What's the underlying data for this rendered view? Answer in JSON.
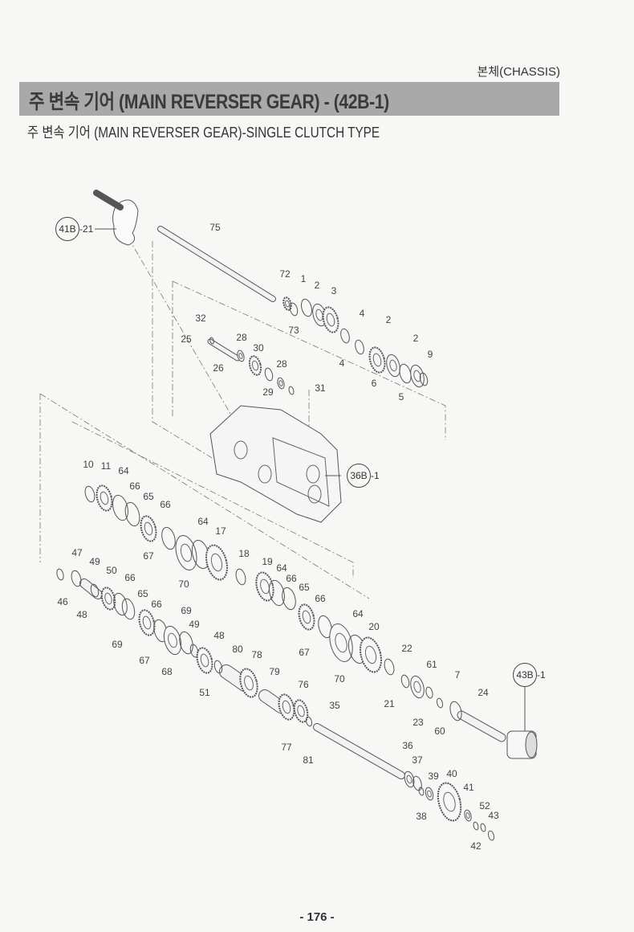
{
  "header": {
    "section": "본체(CHASSIS)",
    "title": "주 변속 기어  (MAIN REVERSER GEAR) - (42B-1)",
    "subtitle": "주 변속 기어 (MAIN REVERSER GEAR)-SINGLE CLUTCH TYPE"
  },
  "references": [
    {
      "circle": "41B",
      "suffix": "-21"
    },
    {
      "circle": "36B",
      "suffix": "-1"
    },
    {
      "circle": "43B",
      "suffix": "-1"
    }
  ],
  "callouts": [
    "75",
    "72",
    "1",
    "2",
    "3",
    "73",
    "4",
    "4",
    "2",
    "2",
    "9",
    "6",
    "5",
    "32",
    "25",
    "26",
    "28",
    "30",
    "28",
    "29",
    "31",
    "10",
    "11",
    "64",
    "66",
    "65",
    "66",
    "67",
    "64",
    "17",
    "70",
    "18",
    "19",
    "64",
    "66",
    "65",
    "66",
    "67",
    "64",
    "20",
    "70",
    "47",
    "49",
    "50",
    "66",
    "65",
    "66",
    "46",
    "48",
    "69",
    "69",
    "49",
    "67",
    "68",
    "48",
    "80",
    "78",
    "79",
    "51",
    "22",
    "61",
    "7",
    "24",
    "21",
    "23",
    "60",
    "76",
    "77",
    "81",
    "35",
    "36",
    "37",
    "39",
    "40",
    "41",
    "52",
    "43",
    "38",
    "42"
  ],
  "footer": {
    "page": "- 176 -"
  }
}
